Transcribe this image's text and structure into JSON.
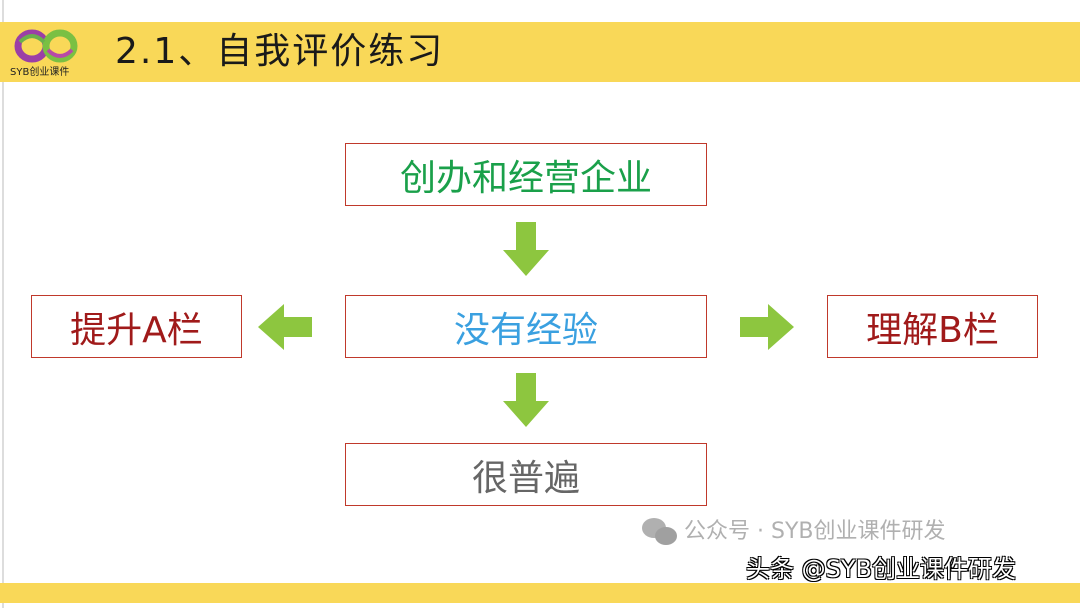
{
  "header": {
    "title": "2.1、自我评价练习",
    "logo_text": "SYB创业课件"
  },
  "diagram": {
    "top": "创办和经营企业",
    "center": "没有经验",
    "bottom": "很普遍",
    "left": "提升A栏",
    "right": "理解B栏"
  },
  "watermarks": {
    "wechat": "公众号 · SYB创业课件研发",
    "toutiao": "头条 @SYB创业课件研发"
  },
  "colors": {
    "band": "#F9D858",
    "arrow": "#8DC63F",
    "border": "#c0392b",
    "top_text": "#1aa04a",
    "center_text": "#3aa0e0",
    "bottom_text": "#666666",
    "side_text": "#a01a1a"
  }
}
